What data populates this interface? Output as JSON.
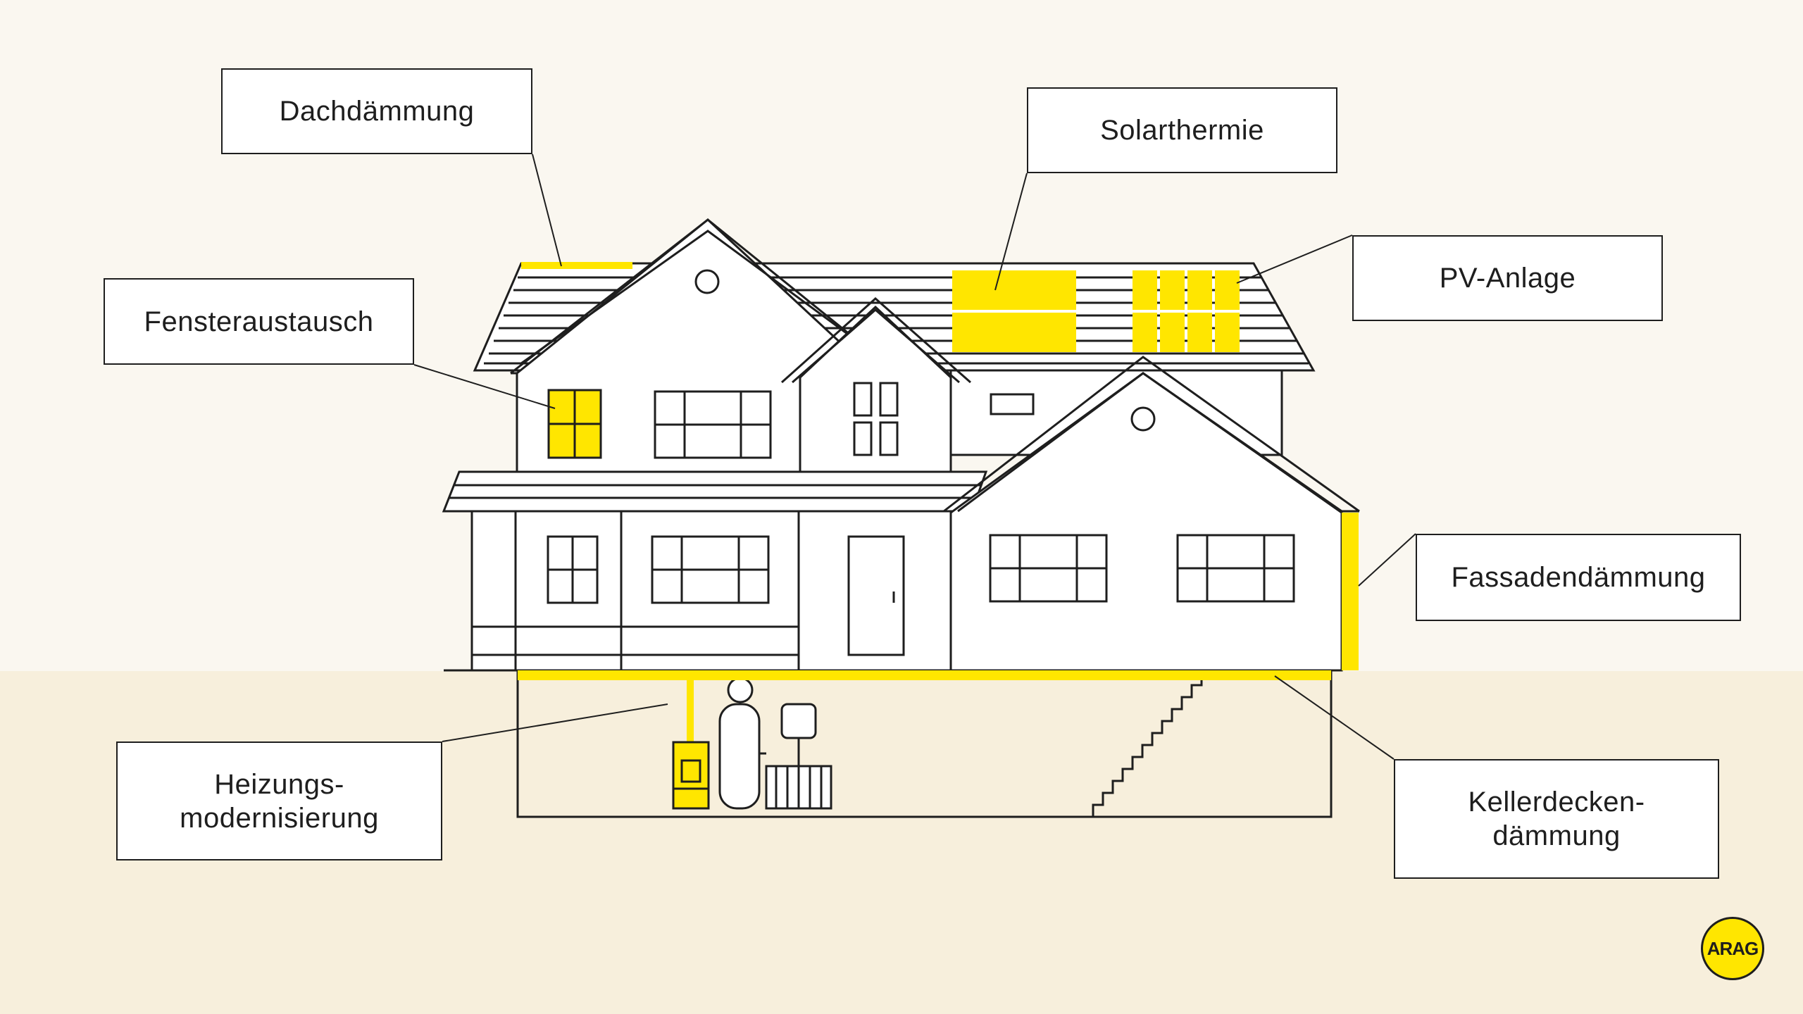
{
  "labels": {
    "dach": "Dachdämmung",
    "solar": "Solarthermie",
    "pv": "PV-Anlage",
    "fenster": "Fensteraustausch",
    "fassade": "Fassadendämmung",
    "heizung_line1": "Heizungs-",
    "heizung_line2": "modernisierung",
    "keller_line1": "Kellerdecken-",
    "keller_line2": "dämmung"
  },
  "logo": {
    "text": "ARAG"
  },
  "colors": {
    "background_top": "#faf7f0",
    "background_ground": "#f7efdc",
    "highlight": "#ffe600",
    "line": "#1e1e1e",
    "box": "#ffffff"
  }
}
